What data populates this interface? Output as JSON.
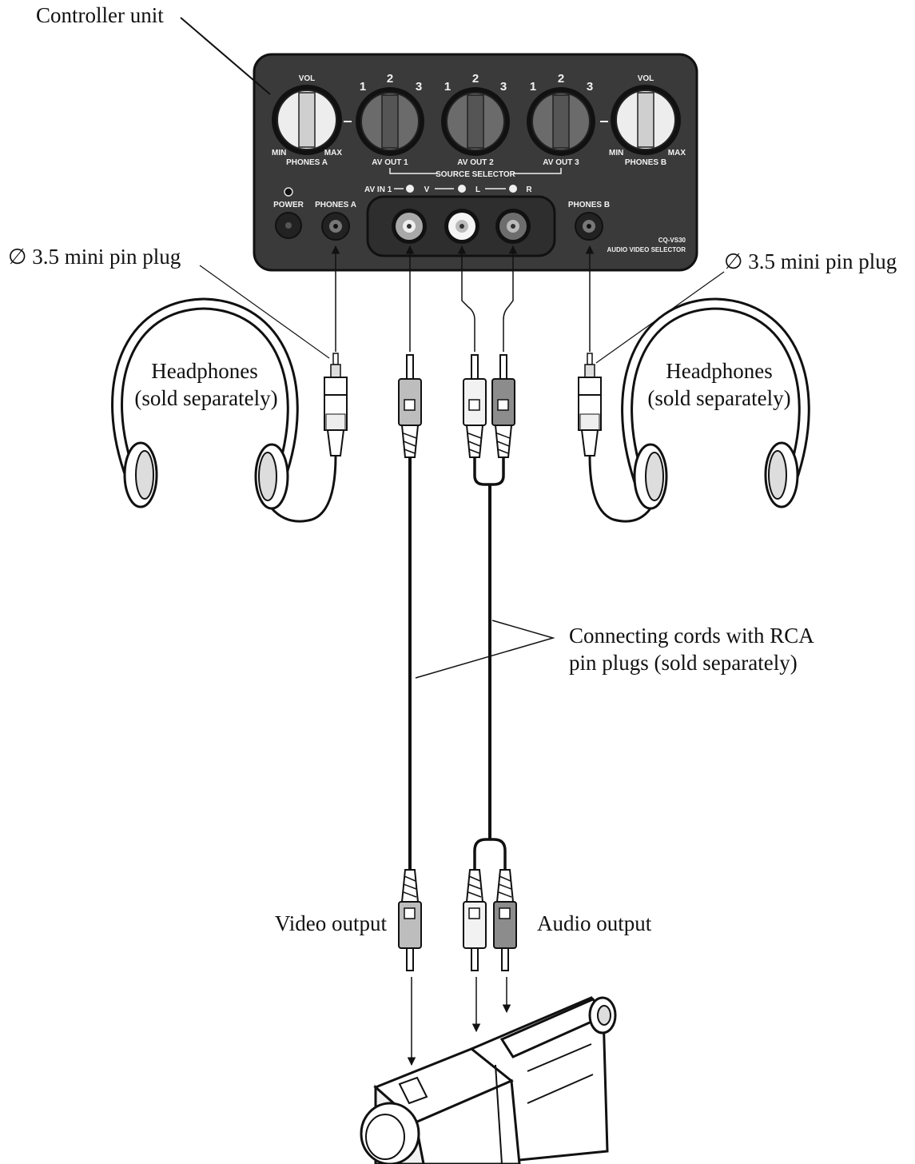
{
  "callouts": {
    "controller_unit": "Controller unit",
    "mini_plug_left": "∅ 3.5 mini pin plug",
    "mini_plug_right": "∅ 3.5 mini pin plug",
    "headphones_left_1": "Headphones",
    "headphones_left_2": "(sold separately)",
    "headphones_right_1": "Headphones",
    "headphones_right_2": "(sold separately)",
    "cords_1": "Connecting cords with RCA",
    "cords_2": "pin plugs (sold separately)",
    "video_output": "Video output",
    "audio_output": "Audio output"
  },
  "panel": {
    "vol_a": "VOL",
    "vol_b": "VOL",
    "min_a": "MIN",
    "max_a": "MAX",
    "min_b": "MIN",
    "max_b": "MAX",
    "phones_a_knob": "PHONES A",
    "phones_b_knob": "PHONES B",
    "selector_num_1": "1",
    "selector_num_2": "2",
    "selector_num_3": "3",
    "av_out_1": "AV OUT 1",
    "av_out_2": "AV OUT 2",
    "av_out_3": "AV OUT 3",
    "source_selector": "SOURCE SELECTOR",
    "av_in_1": "AV IN 1",
    "jack_v": "V",
    "jack_l": "L",
    "jack_r": "R",
    "power": "POWER",
    "phones_a_jack": "PHONES A",
    "phones_b_jack": "PHONES B",
    "model": "CQ-VS30",
    "model_desc": "AUDIO VIDEO SELECTOR"
  },
  "colors": {
    "panel_body": "#3a3a3a",
    "line": "#111111",
    "plug_white": "#ececec",
    "plug_grey": "#9a9a9a"
  }
}
